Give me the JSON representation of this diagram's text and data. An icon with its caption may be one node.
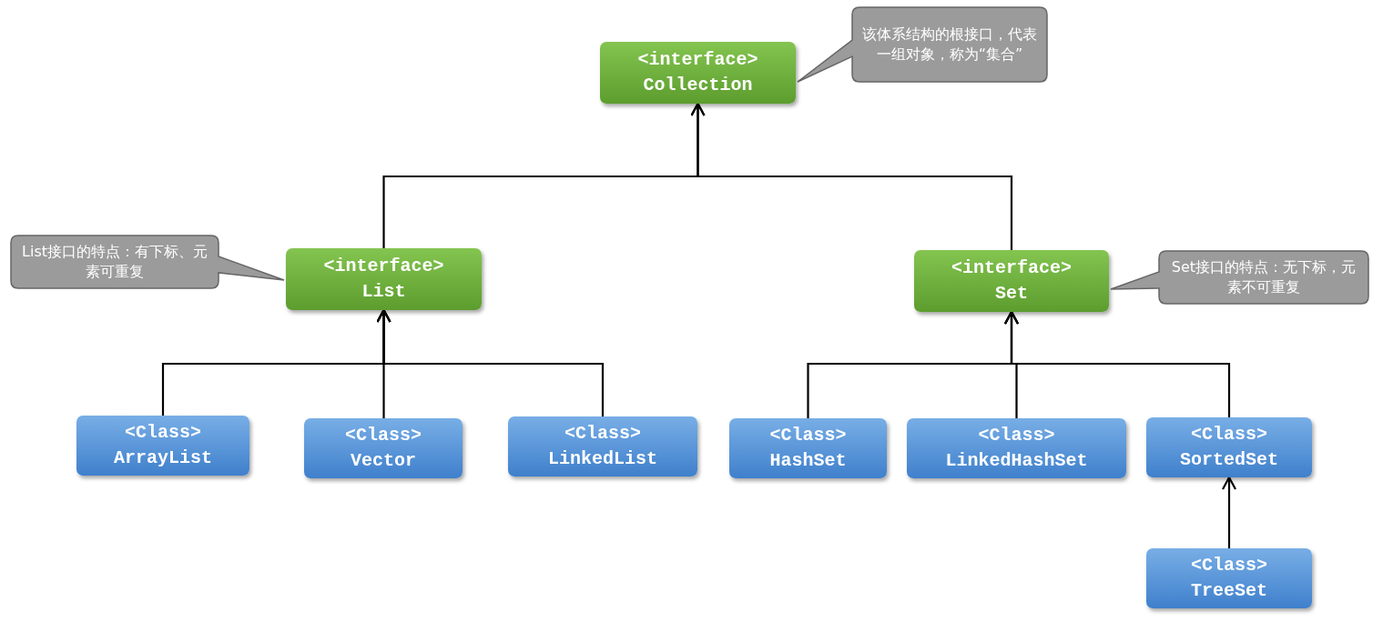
{
  "diagram": {
    "nodes": [
      {
        "text": [
          "该体系结构的根接口，代表一组对象，称为“集合”"
        ]
      },
      {
        "text": [
          "<interface>",
          "Collection"
        ]
      },
      {
        "text": [
          "List接口的特点：有下标、元素可重复"
        ]
      },
      {
        "text": [
          "<interface>",
          "List"
        ]
      },
      {
        "text": [
          "<interface>",
          "Set"
        ]
      },
      {
        "text": [
          "Set接口的特点：无下标，元素不可重复"
        ]
      },
      {
        "text": [
          "<Class>",
          "ArrayList"
        ]
      },
      {
        "text": [
          "<Class>",
          "Vector"
        ]
      },
      {
        "text": [
          "<Class>",
          "LinkedList"
        ]
      },
      {
        "text": [
          "<Class>",
          "HashSet"
        ]
      },
      {
        "text": [
          "<Class>",
          "LinkedHashSet"
        ]
      },
      {
        "text": [
          "<Class>",
          "SortedSet"
        ]
      },
      {
        "text": [
          "<Class>",
          "TreeSet"
        ]
      }
    ],
    "edges": [
      {
        "from": 3,
        "to": 1,
        "arrow": "to"
      },
      {
        "from": 4,
        "to": 1,
        "arrow": "to"
      },
      {
        "from": 6,
        "to": 3,
        "arrow": "to"
      },
      {
        "from": 7,
        "to": 3,
        "arrow": "to"
      },
      {
        "from": 8,
        "to": 3,
        "arrow": "to"
      },
      {
        "from": 9,
        "to": 4,
        "arrow": "to"
      },
      {
        "from": 10,
        "to": 4,
        "arrow": "to"
      },
      {
        "from": 11,
        "to": 4,
        "arrow": "to"
      },
      {
        "from": 12,
        "to": 11,
        "arrow": "to"
      }
    ]
  }
}
